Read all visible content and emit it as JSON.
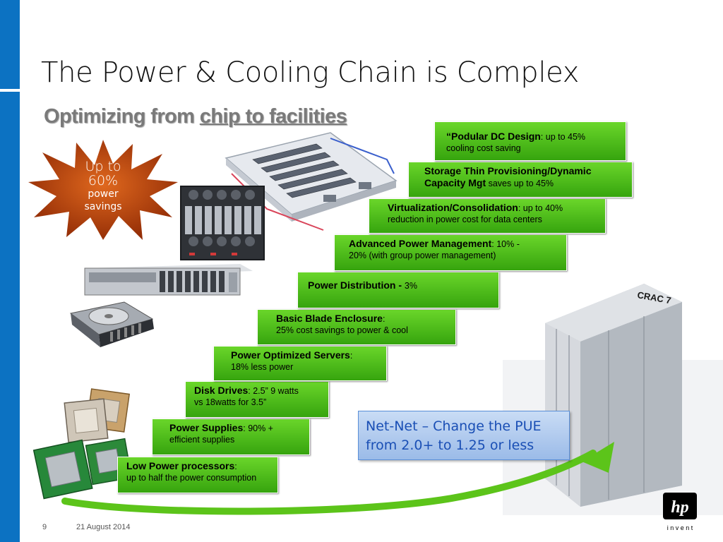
{
  "slide": {
    "title": "The Power & Cooling Chain is Complex",
    "subtitle_prefix": "Optimizing from ",
    "subtitle_link": "chip to facilities",
    "slide_number": "9",
    "date": "21 August 2014"
  },
  "callout": {
    "line1": "Up to",
    "line2": "60%",
    "line3": "power",
    "line4": "savings"
  },
  "steps": [
    {
      "bold": "Low Power processors",
      "rest": ":",
      "line2": "up to half the power consumption"
    },
    {
      "bold": "Power Supplies",
      "rest": ": 90% +",
      "line2": "efficient supplies"
    },
    {
      "bold": "Disk Drives",
      "rest": ": 2.5” 9 watts",
      "line2": "vs 18watts for 3.5”"
    },
    {
      "bold": "Power Optimized Servers",
      "rest": ":",
      "line2": "18% less power"
    },
    {
      "bold": "Basic Blade Enclosure",
      "rest": ":",
      "line2": "25% cost savings to power & cool"
    },
    {
      "bold": "Power Distribution - ",
      "rest": "3%",
      "line2": ""
    },
    {
      "bold": "Advanced Power Management",
      "rest": ": 10% -",
      "line2": "20% (with group power management)"
    },
    {
      "bold": "Virtualization/Consolidation",
      "rest": ": up to 40%",
      "line2": "reduction in power cost for data centers"
    },
    {
      "bold": "Storage Thin Provisioning/Dynamic",
      "rest": "",
      "line2_bold": "Capacity Mgt",
      "line2": " saves up to 45%"
    },
    {
      "bold": "“Podular DC Design",
      "rest": ":  up to 45%",
      "line2": "cooling cost saving"
    }
  ],
  "netnet": {
    "line1": "Net-Net – Change the PUE",
    "line2": "from 2.0+ to 1.25 or less"
  },
  "crac_label": "CRAC 7",
  "logo": {
    "mark": "hp",
    "word": "i n v e n t"
  },
  "colors": {
    "accent_blue": "#0c72c2",
    "step_green": "#4cc21c",
    "arrow_green": "#5cc41a",
    "callout_orange": "#b5400a"
  }
}
